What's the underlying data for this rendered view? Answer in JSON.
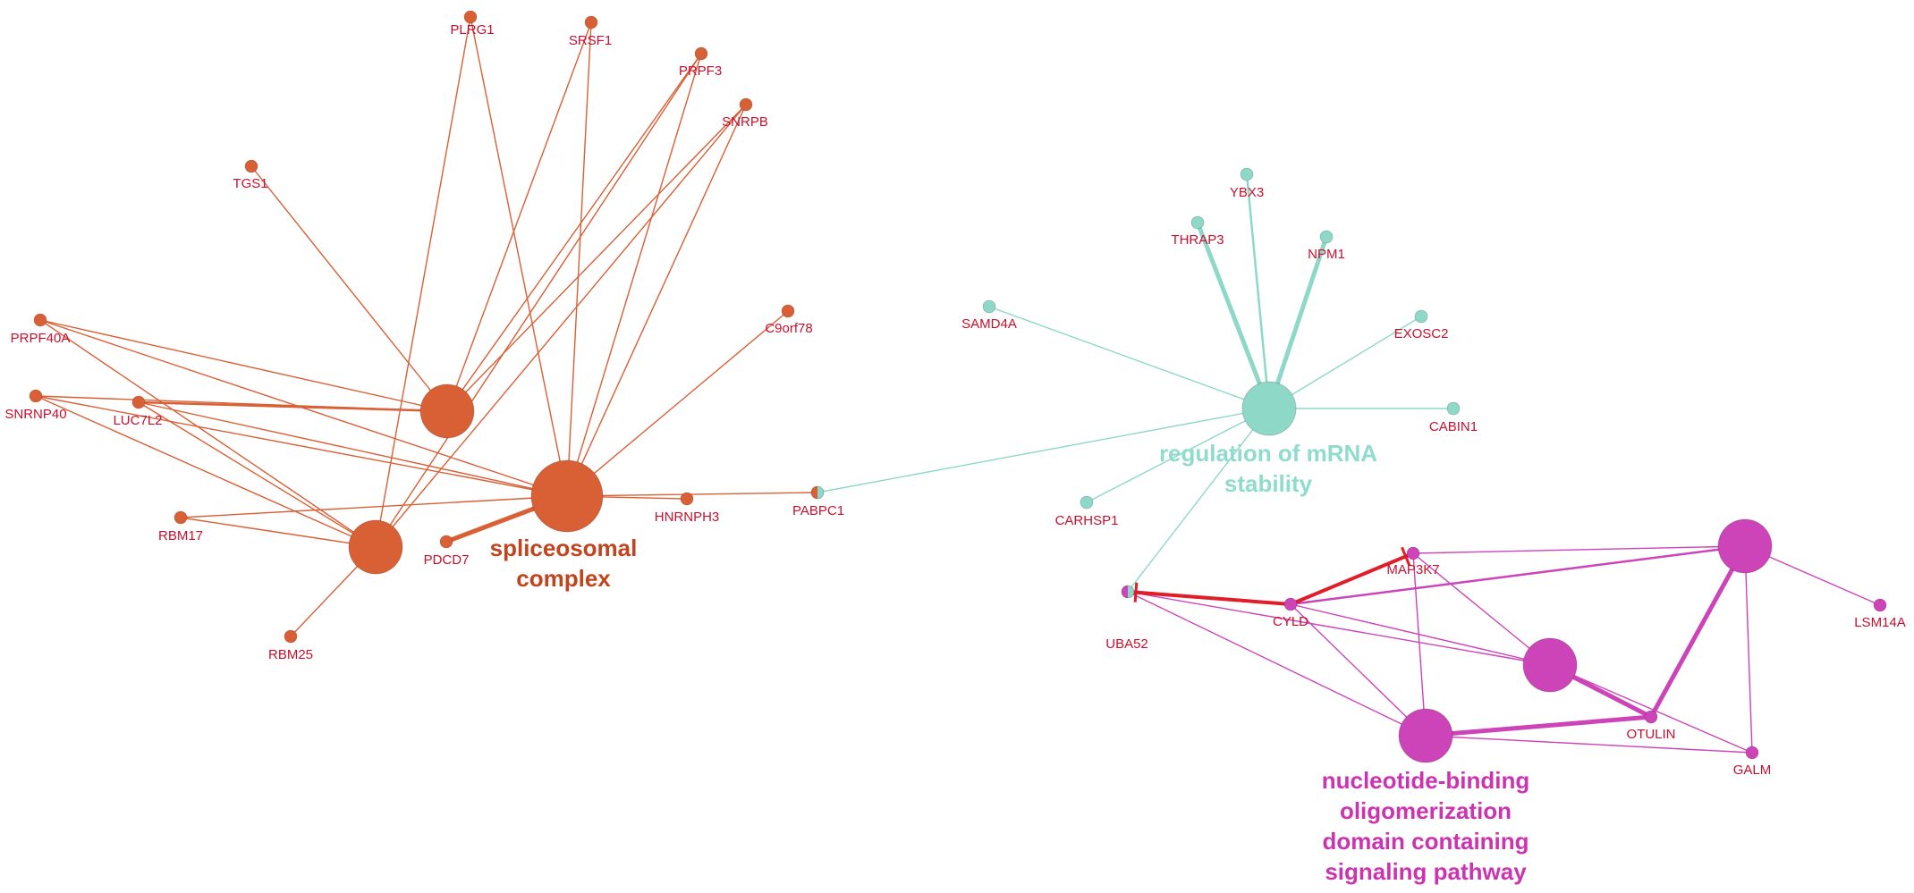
{
  "colors": {
    "orange": "#d95f35",
    "teal": "#8ed8c8",
    "magenta": "#cc44b8",
    "red": "#e01e2a",
    "gene_text": "#c8102e",
    "spliceosomal_text": "#c0441e",
    "mrna_text": "#8fdccc",
    "nod_text": "#cc33b0"
  },
  "clusters": [
    {
      "id": "spliceosomal",
      "lines": [
        "spliceosomal",
        "complex"
      ],
      "color": "spliceosomal_text"
    },
    {
      "id": "mrna",
      "lines": [
        "regulation of mRNA",
        "stability"
      ],
      "color": "mrna_text"
    },
    {
      "id": "nod",
      "lines": [
        "nucleotide-binding",
        "oligomerization",
        "domain containing",
        "signaling pathway"
      ],
      "color": "nod_text"
    }
  ],
  "nodes": [
    {
      "id": "H_SPLICE",
      "hub": true,
      "color": "orange"
    },
    {
      "id": "H_O2",
      "hub": true,
      "color": "orange"
    },
    {
      "id": "H_O3",
      "hub": true,
      "color": "orange"
    },
    {
      "id": "H_MRNA",
      "hub": true,
      "color": "teal"
    },
    {
      "id": "H_N1",
      "hub": true,
      "color": "magenta"
    },
    {
      "id": "H_N2",
      "hub": true,
      "color": "magenta"
    },
    {
      "id": "H_N3",
      "hub": true,
      "color": "magenta"
    },
    {
      "id": "PLRG1",
      "label": "PLRG1",
      "color": "orange"
    },
    {
      "id": "SRSF1",
      "label": "SRSF1",
      "color": "orange"
    },
    {
      "id": "PRPF3",
      "label": "PRPF3",
      "color": "orange"
    },
    {
      "id": "SNRPB",
      "label": "SNRPB",
      "color": "orange"
    },
    {
      "id": "TGS1",
      "label": "TGS1",
      "color": "orange"
    },
    {
      "id": "C9orf78",
      "label": "C9orf78",
      "color": "orange"
    },
    {
      "id": "PRPF40A",
      "label": "PRPF40A",
      "color": "orange"
    },
    {
      "id": "SNRNP40",
      "label": "SNRNP40",
      "color": "orange"
    },
    {
      "id": "LUC7L2",
      "label": "LUC7L2",
      "color": "orange"
    },
    {
      "id": "RBM17",
      "label": "RBM17",
      "color": "orange"
    },
    {
      "id": "PDCD7",
      "label": "PDCD7",
      "color": "orange"
    },
    {
      "id": "HNRNPH3",
      "label": "HNRNPH3",
      "color": "orange"
    },
    {
      "id": "RBM25",
      "label": "RBM25",
      "color": "orange"
    },
    {
      "id": "PABPC1",
      "label": "PABPC1",
      "color": "orange",
      "split": "teal"
    },
    {
      "id": "YBX3",
      "label": "YBX3",
      "color": "teal"
    },
    {
      "id": "THRAP3",
      "label": "THRAP3",
      "color": "teal"
    },
    {
      "id": "NPM1",
      "label": "NPM1",
      "color": "teal"
    },
    {
      "id": "SAMD4A",
      "label": "SAMD4A",
      "color": "teal"
    },
    {
      "id": "EXOSC2",
      "label": "EXOSC2",
      "color": "teal"
    },
    {
      "id": "CABIN1",
      "label": "CABIN1",
      "color": "teal"
    },
    {
      "id": "CARHSP1",
      "label": "CARHSP1",
      "color": "teal"
    },
    {
      "id": "UBA52",
      "label": "UBA52",
      "color": "magenta",
      "split": "teal"
    },
    {
      "id": "MAP3K7",
      "label": "MAP3K7",
      "color": "magenta"
    },
    {
      "id": "CYLD",
      "label": "CYLD",
      "color": "magenta"
    },
    {
      "id": "OTULIN",
      "label": "OTULIN",
      "color": "magenta"
    },
    {
      "id": "GALM",
      "label": "GALM",
      "color": "magenta"
    },
    {
      "id": "LSM14A",
      "label": "LSM14A",
      "color": "magenta"
    }
  ],
  "edges": [
    {
      "s": "PLRG1",
      "t": "H_O2",
      "c": "orange"
    },
    {
      "s": "PLRG1",
      "t": "H_SPLICE",
      "c": "orange"
    },
    {
      "s": "SRSF1",
      "t": "H_O3",
      "c": "orange"
    },
    {
      "s": "SRSF1",
      "t": "H_SPLICE",
      "c": "orange"
    },
    {
      "s": "PRPF3",
      "t": "H_O3",
      "c": "orange"
    },
    {
      "s": "PRPF3",
      "t": "H_O2",
      "c": "orange"
    },
    {
      "s": "PRPF3",
      "t": "H_SPLICE",
      "c": "orange"
    },
    {
      "s": "SNRPB",
      "t": "H_O3",
      "c": "orange"
    },
    {
      "s": "SNRPB",
      "t": "H_O2",
      "c": "orange"
    },
    {
      "s": "SNRPB",
      "t": "H_SPLICE",
      "c": "orange"
    },
    {
      "s": "TGS1",
      "t": "H_O3",
      "c": "orange"
    },
    {
      "s": "C9orf78",
      "t": "H_SPLICE",
      "c": "orange"
    },
    {
      "s": "PRPF40A",
      "t": "H_O3",
      "c": "orange"
    },
    {
      "s": "PRPF40A",
      "t": "H_SPLICE",
      "c": "orange"
    },
    {
      "s": "PRPF40A",
      "t": "H_O2",
      "c": "orange"
    },
    {
      "s": "SNRNP40",
      "t": "H_O3",
      "c": "orange"
    },
    {
      "s": "SNRNP40",
      "t": "H_SPLICE",
      "c": "orange"
    },
    {
      "s": "SNRNP40",
      "t": "H_O2",
      "c": "orange"
    },
    {
      "s": "LUC7L2",
      "t": "H_O3",
      "c": "orange",
      "w": 2.5
    },
    {
      "s": "LUC7L2",
      "t": "H_SPLICE",
      "c": "orange"
    },
    {
      "s": "LUC7L2",
      "t": "H_O2",
      "c": "orange"
    },
    {
      "s": "RBM17",
      "t": "H_SPLICE",
      "c": "orange"
    },
    {
      "s": "RBM17",
      "t": "H_O2",
      "c": "orange"
    },
    {
      "s": "PDCD7",
      "t": "H_SPLICE",
      "c": "orange",
      "w": 5
    },
    {
      "s": "HNRNPH3",
      "t": "H_SPLICE",
      "c": "orange"
    },
    {
      "s": "PABPC1",
      "t": "H_SPLICE",
      "c": "orange"
    },
    {
      "s": "RBM25",
      "t": "H_O2",
      "c": "orange"
    },
    {
      "s": "PABPC1",
      "t": "H_MRNA",
      "c": "teal"
    },
    {
      "s": "YBX3",
      "t": "H_MRNA",
      "c": "teal",
      "w": 2.5
    },
    {
      "s": "THRAP3",
      "t": "H_MRNA",
      "c": "teal",
      "w": 5
    },
    {
      "s": "NPM1",
      "t": "H_MRNA",
      "c": "teal",
      "w": 5
    },
    {
      "s": "SAMD4A",
      "t": "H_MRNA",
      "c": "teal"
    },
    {
      "s": "EXOSC2",
      "t": "H_MRNA",
      "c": "teal"
    },
    {
      "s": "CABIN1",
      "t": "H_MRNA",
      "c": "teal"
    },
    {
      "s": "CARHSP1",
      "t": "H_MRNA",
      "c": "teal"
    },
    {
      "s": "UBA52",
      "t": "H_MRNA",
      "c": "teal"
    },
    {
      "s": "MAP3K7",
      "t": "H_N3",
      "c": "magenta"
    },
    {
      "s": "MAP3K7",
      "t": "H_N1",
      "c": "magenta"
    },
    {
      "s": "MAP3K7",
      "t": "H_N2",
      "c": "magenta"
    },
    {
      "s": "CYLD",
      "t": "H_N3",
      "c": "magenta",
      "w": 2.5
    },
    {
      "s": "CYLD",
      "t": "H_N1",
      "c": "magenta"
    },
    {
      "s": "CYLD",
      "t": "H_N2",
      "c": "magenta"
    },
    {
      "s": "UBA52",
      "t": "H_N1",
      "c": "magenta"
    },
    {
      "s": "UBA52",
      "t": "H_N2",
      "c": "magenta"
    },
    {
      "s": "OTULIN",
      "t": "H_N3",
      "c": "magenta",
      "w": 5
    },
    {
      "s": "OTULIN",
      "t": "H_N1",
      "c": "magenta",
      "w": 5
    },
    {
      "s": "OTULIN",
      "t": "H_N2",
      "c": "magenta",
      "w": 5
    },
    {
      "s": "GALM",
      "t": "H_N3",
      "c": "magenta"
    },
    {
      "s": "GALM",
      "t": "H_N1",
      "c": "magenta"
    },
    {
      "s": "GALM",
      "t": "H_N2",
      "c": "magenta"
    },
    {
      "s": "LSM14A",
      "t": "H_N3",
      "c": "magenta"
    },
    {
      "s": "CYLD",
      "t": "MAP3K7",
      "c": "red",
      "w": 4,
      "arrow": "tee"
    },
    {
      "s": "CYLD",
      "t": "UBA52",
      "c": "red",
      "w": 4,
      "arrow": "tee"
    }
  ]
}
